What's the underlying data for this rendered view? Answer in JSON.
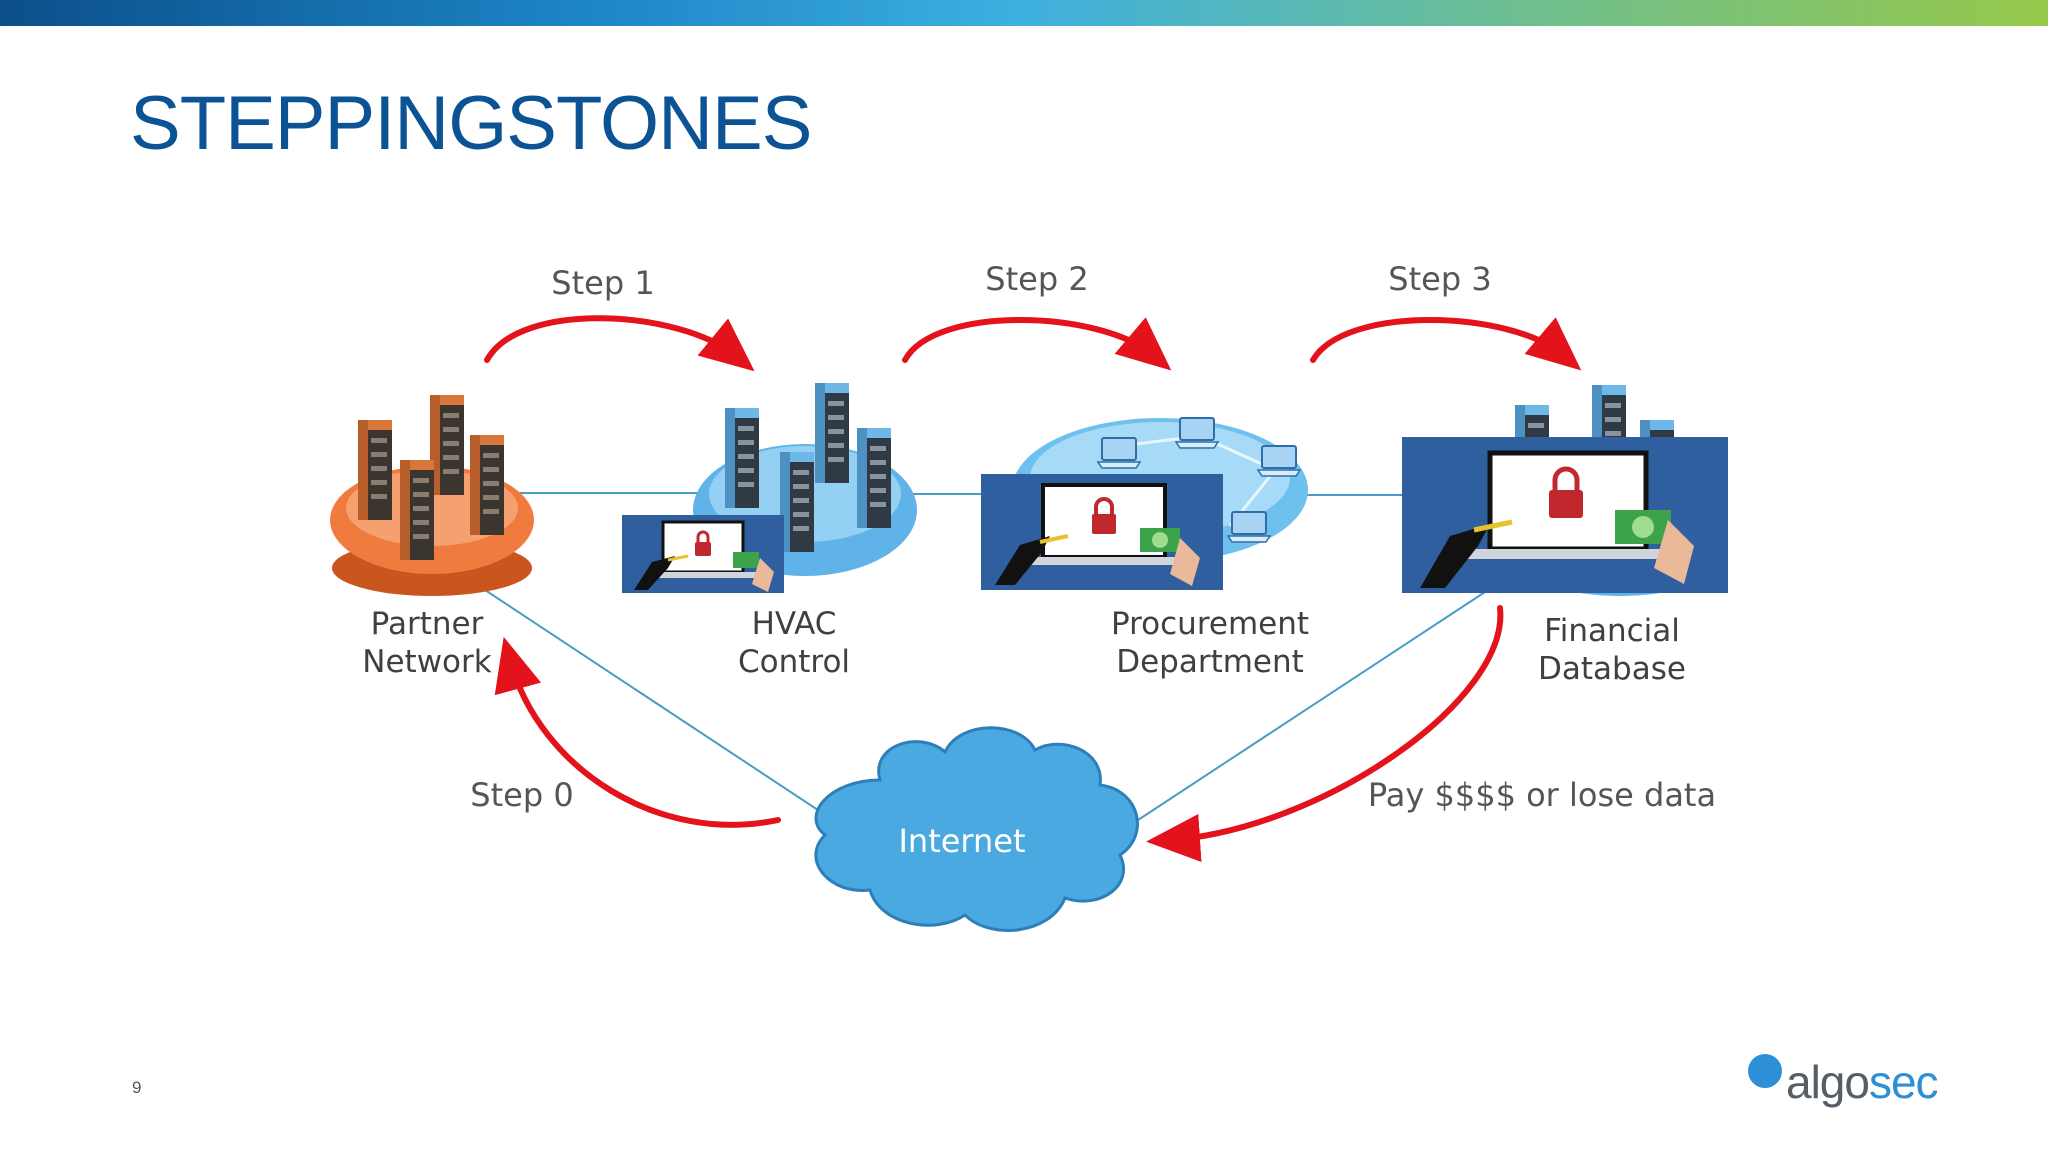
{
  "slide": {
    "title": "STEPPINGSTONES",
    "page_number": "9"
  },
  "steps": {
    "step0": "Step 0",
    "step1": "Step 1",
    "step2": "Step 2",
    "step3": "Step 3",
    "ransom": "Pay $$$$ or lose data"
  },
  "nodes": {
    "partner": [
      "Partner",
      "Network"
    ],
    "hvac": [
      "HVAC",
      "Control"
    ],
    "procurement": [
      "Procurement",
      "Department"
    ],
    "financial": [
      "Financial",
      "Database"
    ],
    "internet": "Internet"
  },
  "logo": {
    "part1": "algo",
    "part2": "sec"
  },
  "colors": {
    "title": "#0b5394",
    "arrow": "#e3121b",
    "link": "#4a9cc8",
    "cloud": "#4aa9e0",
    "partner_platform": "#f07b3f",
    "blue_platform": "#6ec1ee",
    "ransom_panel": "#2f5f9e"
  },
  "icons": [
    "server-rack-icon",
    "laptop-icon",
    "padlock-icon",
    "key-icon",
    "cash-icon",
    "cloud-icon"
  ]
}
